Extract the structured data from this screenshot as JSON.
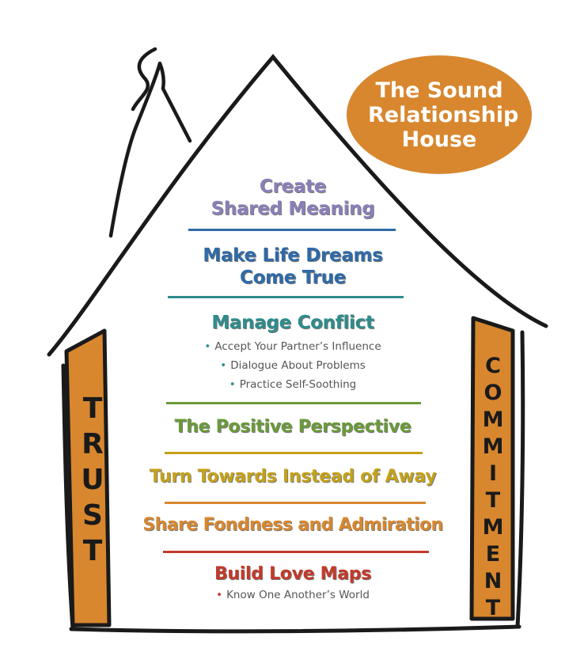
{
  "badge": {
    "text": "The Sound Relationship House",
    "fill": "#d8872e",
    "text_color": "#ffffff"
  },
  "pillars": {
    "left": {
      "label": "TRUST",
      "letters": [
        "T",
        "R",
        "U",
        "S",
        "T"
      ],
      "fill": "#d8872e"
    },
    "right": {
      "label": "COMMITMENT",
      "letters": [
        "C",
        "O",
        "M",
        "M",
        "I",
        "T",
        "M",
        "E",
        "N",
        "T"
      ],
      "fill": "#d8872e"
    }
  },
  "layers": [
    {
      "title": "Create Shared Meaning",
      "title_lines": [
        "Create",
        "Shared Meaning"
      ],
      "color": "#8b7fb8",
      "bullets": []
    },
    {
      "title": "Make Life Dreams Come True",
      "title_lines": [
        "Make Life Dreams",
        "Come True"
      ],
      "color": "#2f6aa8",
      "bullets": []
    },
    {
      "title": "Manage Conflict",
      "title_lines": [
        "Manage Conflict"
      ],
      "color": "#2f8c8c",
      "bullets": [
        "Accept Your Partner’s Influence",
        "Dialogue About Problems",
        "Practice Self-Soothing"
      ]
    },
    {
      "title": "The Positive Perspective",
      "title_lines": [
        "The Positive Perspective"
      ],
      "color": "#6a9a3a",
      "bullets": []
    },
    {
      "title": "Turn Towards Instead of Away",
      "title_lines": [
        "Turn Towards Instead of Away"
      ],
      "color": "#c4a21a",
      "bullets": []
    },
    {
      "title": "Share Fondness and Admiration",
      "title_lines": [
        "Share Fondness and Admiration"
      ],
      "color": "#d8872e",
      "bullets": []
    },
    {
      "title": "Build Love Maps",
      "title_lines": [
        "Build Love Maps"
      ],
      "color": "#c23a2a",
      "bullets": [
        "Know One Another’s World"
      ]
    }
  ],
  "dividers": [
    {
      "color": "#2f6aa8"
    },
    {
      "color": "#2f8c8c"
    },
    {
      "color": "#6a9a3a"
    },
    {
      "color": "#c4a21a"
    },
    {
      "color": "#d8872e"
    },
    {
      "color": "#c23a2a"
    }
  ],
  "outline_color": "#1a1a1a"
}
